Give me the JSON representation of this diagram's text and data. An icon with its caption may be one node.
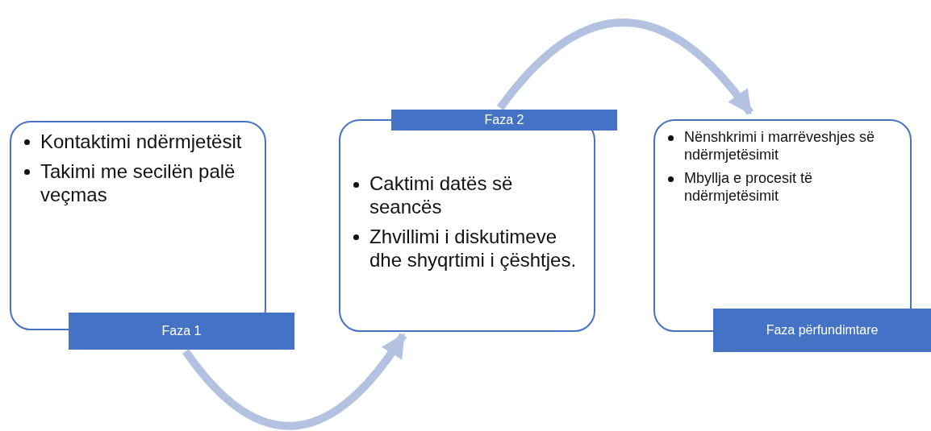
{
  "diagram": {
    "nodes": [
      {
        "text": [
          "Kontaktimi ndërmjetësit",
          "Takimi me secilën palë veçmas"
        ]
      },
      {
        "text": [
          "Faza 1"
        ]
      },
      {
        "text": [
          "Caktimi datës së seancës",
          "Zhvillimi i diskutimeve dhe shyqrtimi i çështjes."
        ]
      },
      {
        "text": [
          "Faza 2"
        ]
      },
      {
        "text": [
          "Nënshkrimi i marrëveshjes së ndërmjetësimit",
          "Mbyllja e procesit të ndërmjetësimit"
        ]
      },
      {
        "text": [
          "Faza përfundimtare"
        ]
      }
    ],
    "edges": [
      {
        "from": 1,
        "to": 2,
        "arrow": "to"
      },
      {
        "from": 3,
        "to": 4,
        "arrow": "to"
      }
    ]
  }
}
